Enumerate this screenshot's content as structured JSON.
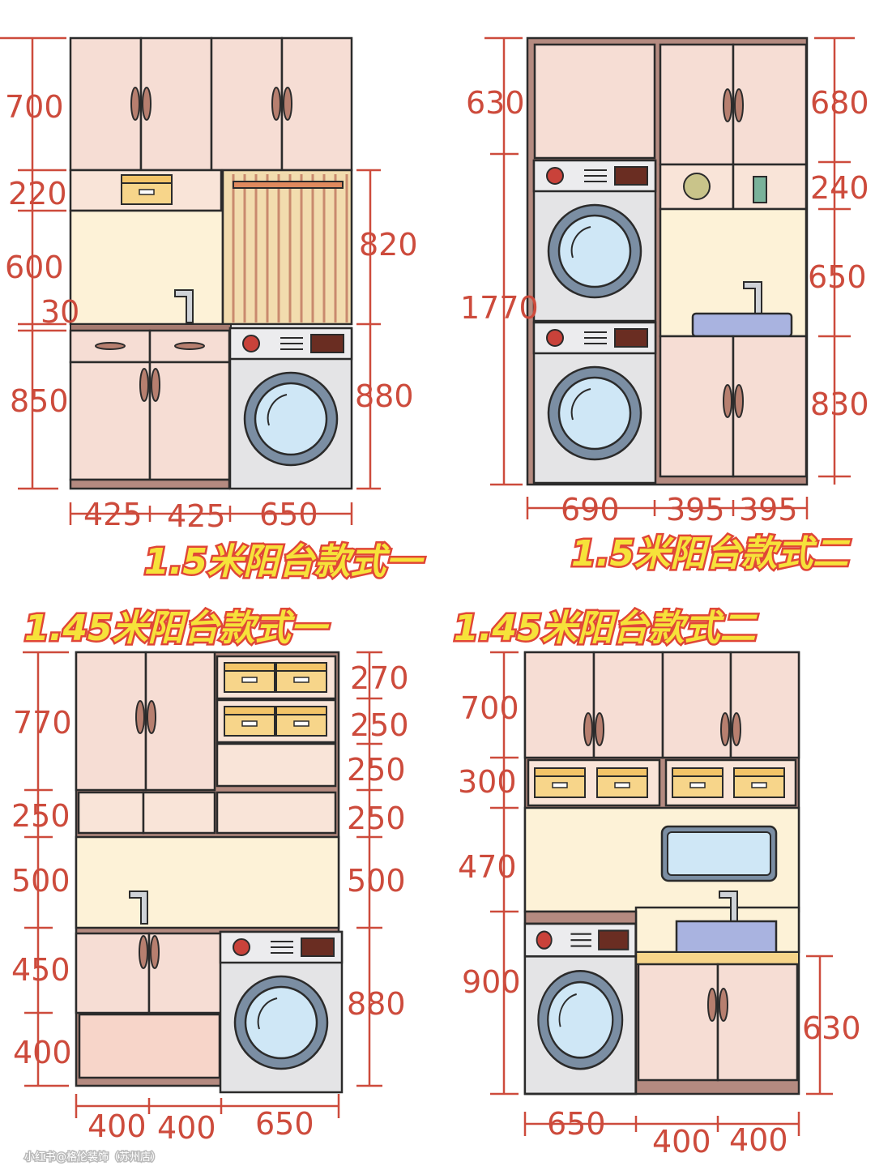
{
  "panels": [
    {
      "title": "1.5米阳台款式一",
      "left_dims": [
        "700",
        "220",
        "600",
        "30",
        "850"
      ],
      "right_dims": [
        "820",
        "880"
      ],
      "bottom_dims": [
        "425",
        "425",
        "650"
      ]
    },
    {
      "title": "1.5米阳台款式二",
      "left_dims": [
        "630",
        "1770"
      ],
      "right_dims": [
        "680",
        "240",
        "650",
        "830"
      ],
      "bottom_dims": [
        "690",
        "395",
        "395"
      ]
    },
    {
      "title": "1.45米阳台款式一",
      "left_dims": [
        "770",
        "250",
        "500",
        "450",
        "400"
      ],
      "right_dims": [
        "270",
        "250",
        "250",
        "250",
        "500",
        "880"
      ],
      "bottom_dims": [
        "400",
        "400",
        "650"
      ]
    },
    {
      "title": "1.45米阳台款式二",
      "left_dims": [
        "700",
        "300",
        "470",
        "900"
      ],
      "right_dims": [
        "630"
      ],
      "bottom_dims": [
        "650",
        "400",
        "400"
      ]
    }
  ],
  "watermark": "小红书@格伦装饰（苏州店）",
  "colors": {
    "dimension": "#cd4b3c",
    "title_fill": "#f6e23a",
    "title_stroke": "#e04637",
    "door": "#f6ddd4",
    "wall": "#fdf2d7"
  }
}
